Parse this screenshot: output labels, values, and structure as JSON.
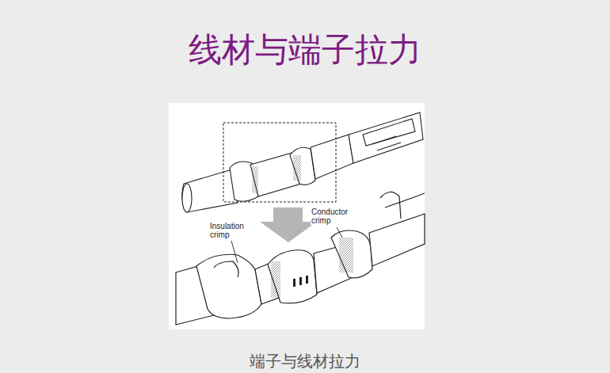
{
  "diagram": {
    "title": "线材与端子拉力",
    "caption": "端子与线材拉力",
    "labels": [
      "Insulation crimp",
      "Conductor crimp"
    ]
  }
}
